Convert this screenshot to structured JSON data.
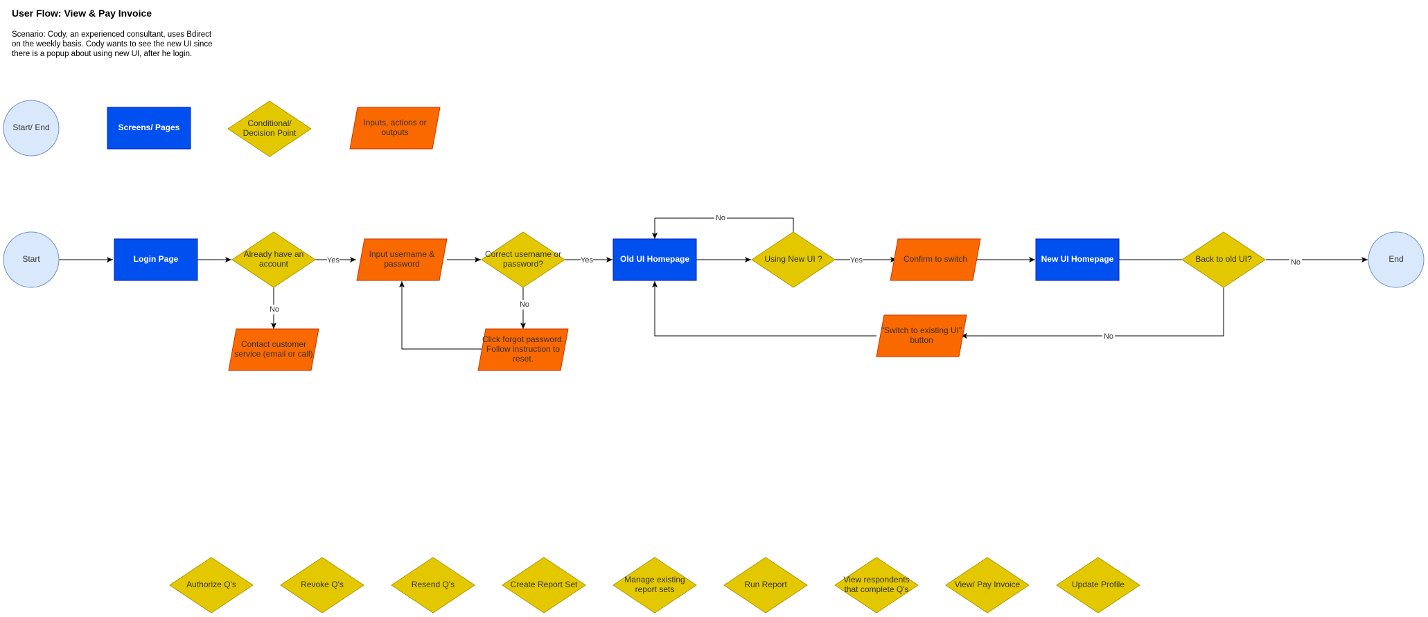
{
  "header": {
    "title": "User Flow: View & Pay Invoice",
    "scenario_lines": [
      "Scenario: Cody, an experienced consultant, uses Bdirect",
      "on the weekly basis. Cody wants to see the new UI since",
      "there is a popup about using new UI, after he login."
    ]
  },
  "colors": {
    "terminal_fill": "#dae8fc",
    "terminal_stroke": "#6c8ebf",
    "screen_fill": "#0050ef",
    "screen_stroke": "#001dbc",
    "decision_fill": "#e3c800",
    "decision_stroke": "#b09500",
    "io_fill": "#fa6800",
    "io_stroke": "#c73500"
  },
  "legend": {
    "terminal": "Start/ End",
    "screen": "Screens/ Pages",
    "decision": [
      "Conditional/",
      "Decision Point"
    ],
    "io": [
      "Inputs, actions or",
      "outputs"
    ]
  },
  "nodes": {
    "start": [
      "Start"
    ],
    "login": [
      "Login Page"
    ],
    "have_account": [
      "Already have an",
      "account"
    ],
    "input_creds": [
      "Input username &",
      "password"
    ],
    "correct_creds": [
      "Correct username or",
      "password?"
    ],
    "old_home": [
      "Old UI Homepage"
    ],
    "using_new": [
      "Using New UI ?"
    ],
    "confirm_switch": [
      "Confirm to switch"
    ],
    "new_home": [
      "New UI Homepage"
    ],
    "back_old": [
      "Back to old UI?"
    ],
    "end": [
      "End"
    ],
    "contact": [
      "Contact customer",
      "service (email or call)"
    ],
    "forgot": [
      "Click forgot password.",
      "Follow instruction to",
      "reset."
    ],
    "switch_existing": [
      "\"Switch to existing UI\"",
      "button"
    ]
  },
  "edge_labels": {
    "yes": "Yes",
    "no": "No"
  },
  "features": [
    [
      "Authorize Q's"
    ],
    [
      "Revoke Q's"
    ],
    [
      "Resend Q's"
    ],
    [
      "Create Report Set"
    ],
    [
      "Manage existing",
      "report sets"
    ],
    [
      "Run Report"
    ],
    [
      "View respondents",
      "that complete Q's"
    ],
    [
      "View/ Pay Invoice"
    ],
    [
      "Update Profile"
    ]
  ]
}
